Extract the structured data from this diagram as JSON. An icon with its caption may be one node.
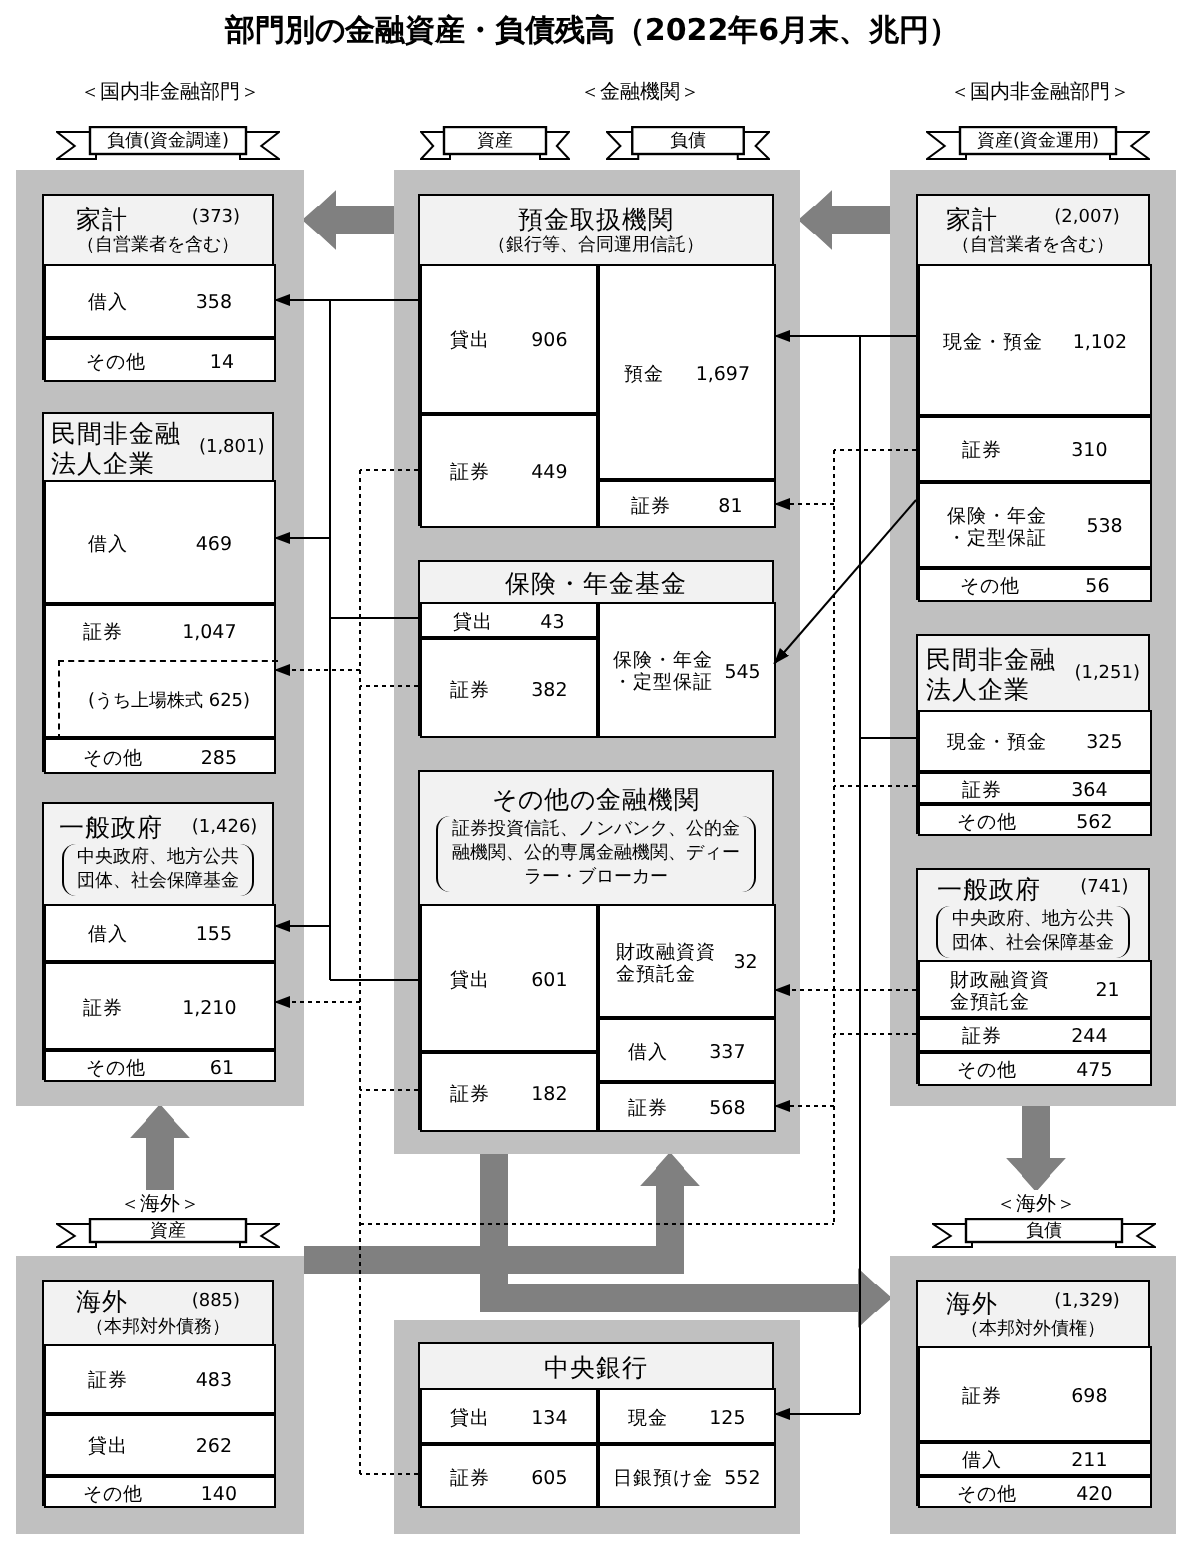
{
  "diagram": {
    "title": "部門別の金融資産・負債残高（2022年6月末、兆円）",
    "nodes": [
      {
        "text": [
          "負債(資金調達)"
        ]
      },
      {
        "text": [
          "資産"
        ]
      },
      {
        "text": [
          "負債"
        ]
      },
      {
        "text": [
          "資産(資金運用)"
        ]
      },
      {
        "text": [],
        "shape": "box"
      },
      {
        "text": [
          "家計",
          "(373)",
          "（自営業者を含む）"
        ],
        "in": 4
      },
      {
        "text": [
          "借入",
          "358"
        ],
        "in": 5
      },
      {
        "text": [
          "その他",
          "14"
        ],
        "in": 5
      },
      {
        "text": [
          "民間非金融法人企業",
          "(1,801)"
        ],
        "in": 4
      },
      {
        "text": [
          "借入",
          "469"
        ],
        "in": 8
      },
      {
        "text": [
          "証券",
          "1,047"
        ],
        "in": 8
      },
      {
        "text": [
          "(うち上場株式 625)"
        ],
        "in": 10
      },
      {
        "text": [
          "その他",
          "285"
        ],
        "in": 8
      },
      {
        "text": [
          "一般政府",
          "(1,426)",
          "中央政府、地方公共団体、社会保障基金"
        ],
        "in": 4
      },
      {
        "text": [
          "借入",
          "155"
        ],
        "in": 13
      },
      {
        "text": [
          "証券",
          "1,210"
        ],
        "in": 13
      },
      {
        "text": [
          "その他",
          "61"
        ],
        "in": 13
      },
      {
        "text": [],
        "shape": "box"
      },
      {
        "text": [
          "預金取扱機関",
          "（銀行等、合同運用信託）"
        ],
        "in": 17
      },
      {
        "text": [
          "貸出",
          "906"
        ],
        "in": 18
      },
      {
        "text": [
          "証券",
          "449"
        ],
        "in": 18
      },
      {
        "text": [
          "預金",
          "1,697"
        ],
        "in": 18
      },
      {
        "text": [
          "証券",
          "81"
        ],
        "in": 18
      },
      {
        "text": [
          "保険・年金基金"
        ],
        "in": 17
      },
      {
        "text": [
          "貸出",
          "43"
        ],
        "in": 23
      },
      {
        "text": [
          "証券",
          "382"
        ],
        "in": 23
      },
      {
        "text": [
          "保険・年金・定型保証",
          "545"
        ],
        "in": 23
      },
      {
        "text": [
          "その他の金融機関",
          "証券投資信託、ノンバンク、公的金融機関、公的専属金融機関、ディーラー・ブローカー"
        ],
        "in": 17
      },
      {
        "text": [
          "貸出",
          "601"
        ],
        "in": 27
      },
      {
        "text": [
          "証券",
          "182"
        ],
        "in": 27
      },
      {
        "text": [
          "財政融資資金預託金",
          "32"
        ],
        "in": 27
      },
      {
        "text": [
          "借入",
          "337"
        ],
        "in": 27
      },
      {
        "text": [
          "証券",
          "568"
        ],
        "in": 27
      },
      {
        "text": [],
        "shape": "box"
      },
      {
        "text": [
          "家計",
          "(2,007)",
          "（自営業者を含む）"
        ],
        "in": 33
      },
      {
        "text": [
          "現金・預金",
          "1,102"
        ],
        "in": 34
      },
      {
        "text": [
          "証券",
          "310"
        ],
        "in": 34
      },
      {
        "text": [
          "保険・年金・定型保証",
          "538"
        ],
        "in": 34
      },
      {
        "text": [
          "その他",
          "56"
        ],
        "in": 34
      },
      {
        "text": [
          "民間非金融法人企業",
          "(1,251)"
        ],
        "in": 33
      },
      {
        "text": [
          "現金・預金",
          "325"
        ],
        "in": 39
      },
      {
        "text": [
          "証券",
          "364"
        ],
        "in": 39
      },
      {
        "text": [
          "その他",
          "562"
        ],
        "in": 39
      },
      {
        "text": [
          "一般政府",
          "(741)",
          "中央政府、地方公共団体、社会保障基金"
        ],
        "in": 33
      },
      {
        "text": [
          "財政融資資金預託金",
          "21"
        ],
        "in": 43
      },
      {
        "text": [
          "証券",
          "244"
        ],
        "in": 43
      },
      {
        "text": [
          "その他",
          "475"
        ],
        "in": 43
      },
      {
        "text": [
          "＜海外＞"
        ]
      },
      {
        "text": [
          "＜海外＞"
        ]
      },
      {
        "text": [
          "資産"
        ]
      },
      {
        "text": [
          "負債"
        ]
      },
      {
        "text": [],
        "shape": "box"
      },
      {
        "text": [
          "海外",
          "(885)",
          "（本邦対外債務）"
        ],
        "in": 51
      },
      {
        "text": [
          "証券",
          "483"
        ],
        "in": 52
      },
      {
        "text": [
          "貸出",
          "262"
        ],
        "in": 52
      },
      {
        "text": [
          "その他",
          "140"
        ],
        "in": 52
      },
      {
        "text": [],
        "shape": "box"
      },
      {
        "text": [
          "中央銀行"
        ],
        "in": 56
      },
      {
        "text": [
          "貸出",
          "134"
        ],
        "in": 57
      },
      {
        "text": [
          "証券",
          "605"
        ],
        "in": 57
      },
      {
        "text": [
          "現金",
          "125"
        ],
        "in": 57
      },
      {
        "text": [
          "日銀預け金",
          "552"
        ],
        "in": 57
      },
      {
        "text": [],
        "shape": "box"
      },
      {
        "text": [
          "海外",
          "(1,329)",
          "（本邦対外債権）"
        ],
        "in": 62
      },
      {
        "text": [
          "証券",
          "698"
        ],
        "in": 63
      },
      {
        "text": [
          "借入",
          "211"
        ],
        "in": 63
      },
      {
        "text": [
          "その他",
          "420"
        ],
        "in": 63
      }
    ],
    "edges": [
      {
        "from": 17,
        "to": 4,
        "arrow": "to",
        "style": "thick",
        "color": "#808080"
      },
      {
        "from": 33,
        "to": 17,
        "arrow": "to",
        "style": "thick",
        "color": "#808080"
      },
      {
        "from": 19,
        "to": 6,
        "arrow": "to"
      },
      {
        "from": 19,
        "to": 9,
        "arrow": "to"
      },
      {
        "from": 19,
        "to": 14,
        "arrow": "to"
      },
      {
        "from": 24,
        "to": 6,
        "arrow": "to"
      },
      {
        "from": 24,
        "to": 9,
        "arrow": "to"
      },
      {
        "from": 24,
        "to": 14,
        "arrow": "to"
      },
      {
        "from": 28,
        "to": 6,
        "arrow": "to"
      },
      {
        "from": 28,
        "to": 9,
        "arrow": "to"
      },
      {
        "from": 28,
        "to": 14,
        "arrow": "to"
      },
      {
        "from": 35,
        "to": 21,
        "arrow": "to"
      },
      {
        "from": 35,
        "to": 60,
        "arrow": "to"
      },
      {
        "from": 40,
        "to": 21,
        "arrow": "to"
      },
      {
        "from": 40,
        "to": 60,
        "arrow": "to"
      },
      {
        "from": 37,
        "to": 26,
        "arrow": "to"
      },
      {
        "from": 20,
        "to": 11,
        "arrow": "to",
        "style": "dashed"
      },
      {
        "from": 20,
        "to": 15,
        "arrow": "to",
        "style": "dashed"
      },
      {
        "from": 20,
        "to": 22,
        "arrow": "to",
        "style": "dashed"
      },
      {
        "from": 20,
        "to": 32,
        "arrow": "to",
        "style": "dashed"
      },
      {
        "from": 25,
        "to": 11,
        "arrow": "to",
        "style": "dashed"
      },
      {
        "from": 25,
        "to": 15,
        "arrow": "to",
        "style": "dashed"
      },
      {
        "from": 25,
        "to": 22,
        "arrow": "to",
        "style": "dashed"
      },
      {
        "from": 25,
        "to": 32,
        "arrow": "to",
        "style": "dashed"
      },
      {
        "from": 29,
        "to": 11,
        "arrow": "to",
        "style": "dashed"
      },
      {
        "from": 29,
        "to": 15,
        "arrow": "to",
        "style": "dashed"
      },
      {
        "from": 29,
        "to": 22,
        "arrow": "to",
        "style": "dashed"
      },
      {
        "from": 29,
        "to": 32,
        "arrow": "to",
        "style": "dashed"
      },
      {
        "from": 36,
        "to": 11,
        "arrow": "to",
        "style": "dashed"
      },
      {
        "from": 36,
        "to": 15,
        "arrow": "to",
        "style": "dashed"
      },
      {
        "from": 36,
        "to": 22,
        "arrow": "to",
        "style": "dashed"
      },
      {
        "from": 36,
        "to": 32,
        "arrow": "to",
        "style": "dashed"
      },
      {
        "from": 41,
        "to": 11,
        "arrow": "to",
        "style": "dashed"
      },
      {
        "from": 41,
        "to": 15,
        "arrow": "to",
        "style": "dashed"
      },
      {
        "from": 41,
        "to": 22,
        "arrow": "to",
        "style": "dashed"
      },
      {
        "from": 41,
        "to": 32,
        "arrow": "to",
        "style": "dashed"
      },
      {
        "from": 45,
        "to": 11,
        "arrow": "to",
        "style": "dashed"
      },
      {
        "from": 45,
        "to": 15,
        "arrow": "to",
        "style": "dashed"
      },
      {
        "from": 45,
        "to": 22,
        "arrow": "to",
        "style": "dashed"
      },
      {
        "from": 45,
        "to": 32,
        "arrow": "to",
        "style": "dashed"
      },
      {
        "from": 59,
        "to": 11,
        "arrow": "to",
        "style": "dashed"
      },
      {
        "from": 59,
        "to": 15,
        "arrow": "to",
        "style": "dashed"
      },
      {
        "from": 59,
        "to": 22,
        "arrow": "to",
        "style": "dashed"
      },
      {
        "from": 59,
        "to": 32,
        "arrow": "to",
        "style": "dashed"
      },
      {
        "from": 44,
        "to": 30,
        "arrow": "to",
        "style": "dashed"
      },
      {
        "from": 47,
        "to": 4,
        "arrow": "to",
        "style": "thick",
        "color": "#808080"
      },
      {
        "from": 33,
        "to": 48,
        "arrow": "to",
        "style": "thick",
        "color": "#808080"
      },
      {
        "from": 51,
        "to": 17,
        "arrow": "to",
        "style": "thick",
        "color": "#808080"
      },
      {
        "from": 17,
        "to": 62,
        "arrow": "to",
        "style": "thick",
        "color": "#808080"
      }
    ],
    "labels": [
      "＜国内非金融部門＞",
      "＜金融機関＞",
      "＜国内非金融部門＞"
    ]
  }
}
